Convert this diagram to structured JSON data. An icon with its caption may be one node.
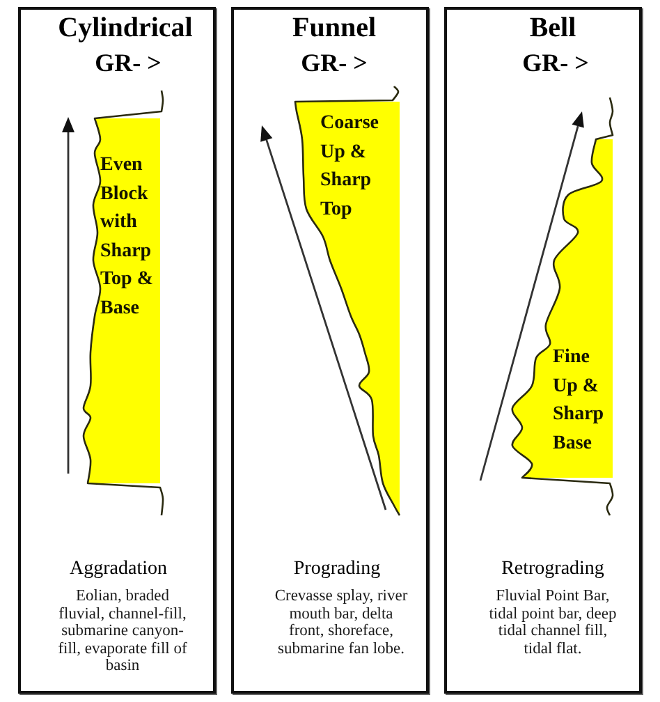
{
  "diagram": {
    "nodes": [
      {
        "text": [
          "Cylindrical",
          "GR- >",
          "Aggradation",
          "Eolian, braded fluvial, channel-fill, submarine canyon-fill, evaporate fill of basin"
        ]
      },
      {
        "text": [
          "Even Block with Sharp Top & Base"
        ],
        "in": 0
      },
      {
        "text": [
          "Funnel",
          "GR- >",
          "Prograding",
          "Crevasse splay, river mouth bar, delta front, shoreface, submarine fan lobe."
        ]
      },
      {
        "text": [
          "Coarse Up & Sharp Top"
        ],
        "in": 2
      },
      {
        "text": [
          "Bell",
          "GR- >",
          "Retrograding",
          "Fluvial Point Bar, tidal point bar, deep tidal channel fill, tidal flat."
        ]
      },
      {
        "text": [
          "Fine Up & Sharp Base"
        ],
        "in": 4
      }
    ]
  }
}
